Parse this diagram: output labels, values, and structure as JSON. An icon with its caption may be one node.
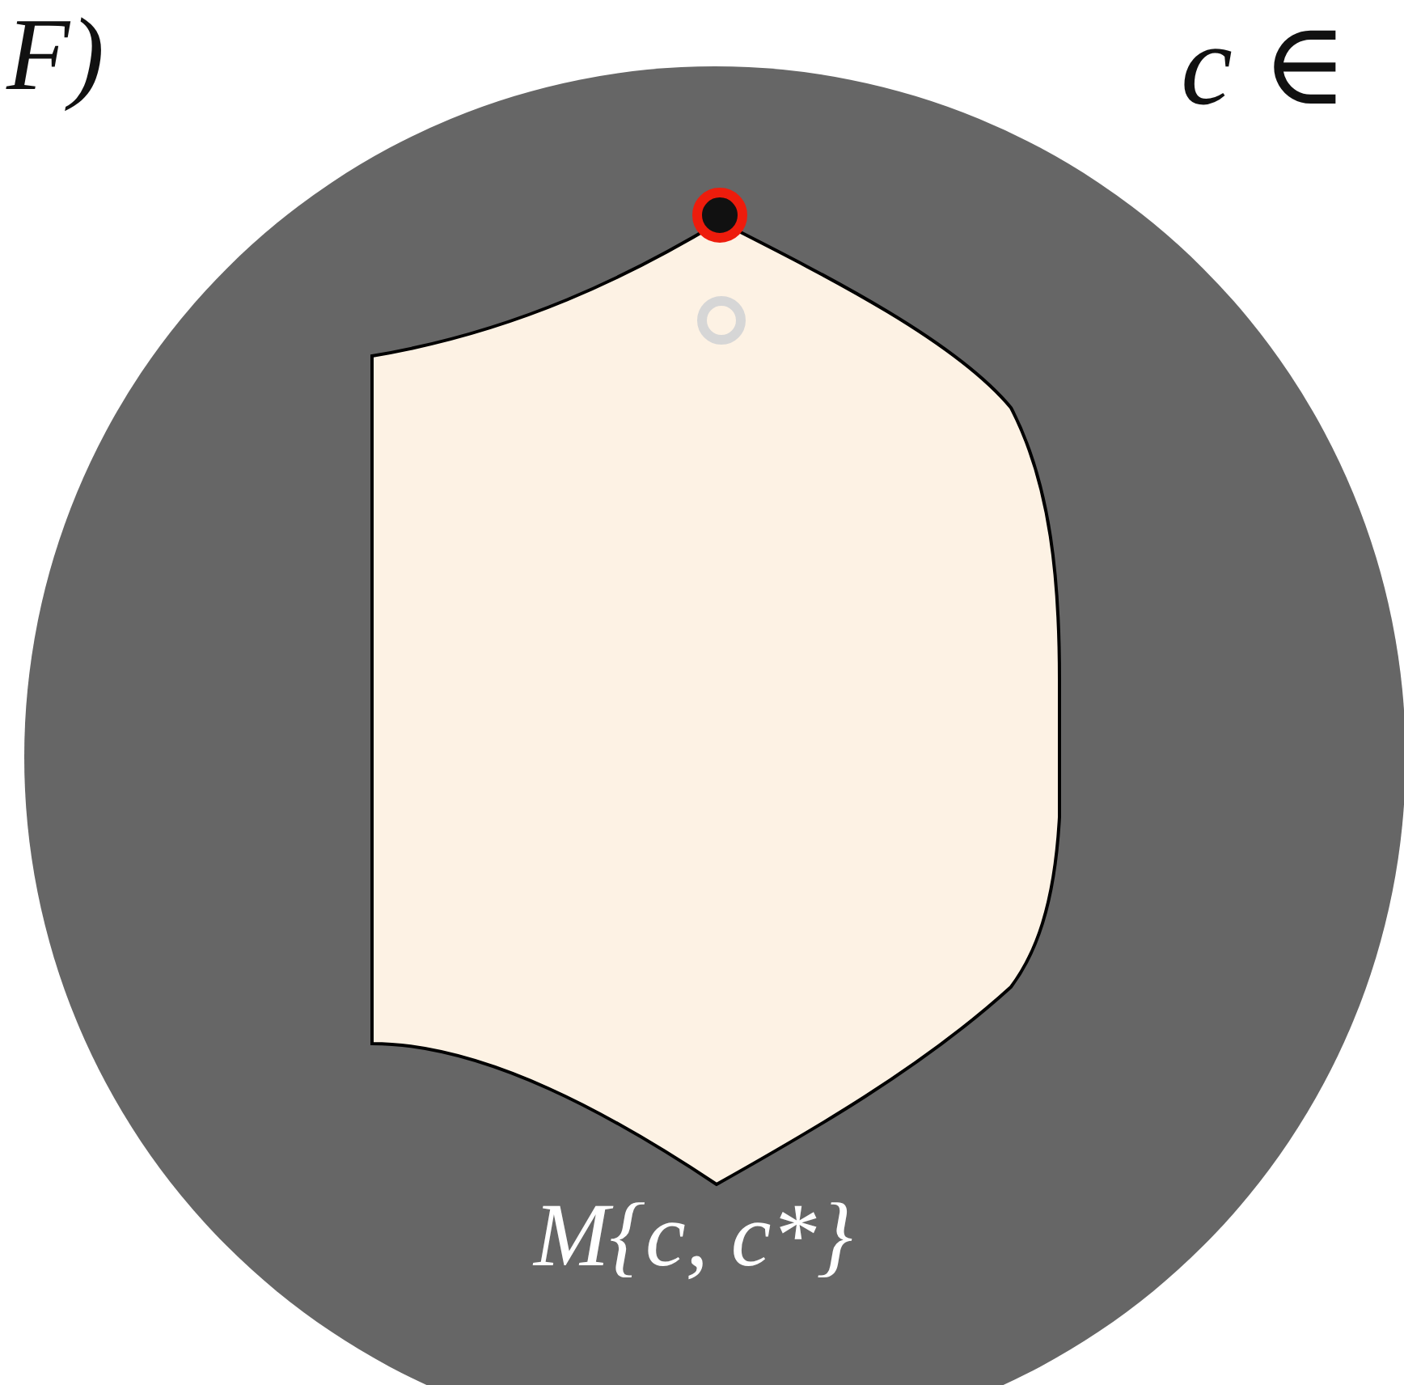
{
  "diagram": {
    "labels": [
      "F)",
      "c ∈",
      "M{c, c*}"
    ]
  }
}
